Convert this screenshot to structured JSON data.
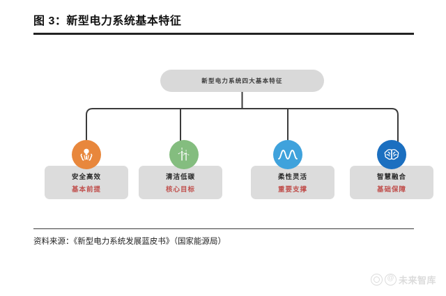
{
  "figure": {
    "title": "图 3：新型电力系统基本特征",
    "source_note": "资料来源：《新型电力系统发展蓝皮书》（国家能源局）"
  },
  "diagram": {
    "type": "tree",
    "root": {
      "label": "新型电力系统四大基本特征"
    },
    "nodes": [
      {
        "title": "安全高效",
        "subtitle": "基本前提",
        "icon": "hands-lightbulb-icon",
        "icon_color": "#e8873c"
      },
      {
        "title": "清洁低碳",
        "subtitle": "核心目标",
        "icon": "wind-turbine-icon",
        "icon_color": "#84bd7f"
      },
      {
        "title": "柔性灵活",
        "subtitle": "重要支撑",
        "icon": "waveform-icon",
        "icon_color": "#3fa2dc"
      },
      {
        "title": "智慧融合",
        "subtitle": "基础保障",
        "icon": "brain-icon",
        "icon_color": "#1b6fc0"
      }
    ]
  },
  "watermark": {
    "handle": "未来智库",
    "at_symbol": "@"
  },
  "colors": {
    "node_box": "#dcdcdc",
    "root_box": "#d9d9d9",
    "subtitle_red": "#c0504d",
    "connector": "#3a3a3a",
    "rule": "#222222"
  }
}
